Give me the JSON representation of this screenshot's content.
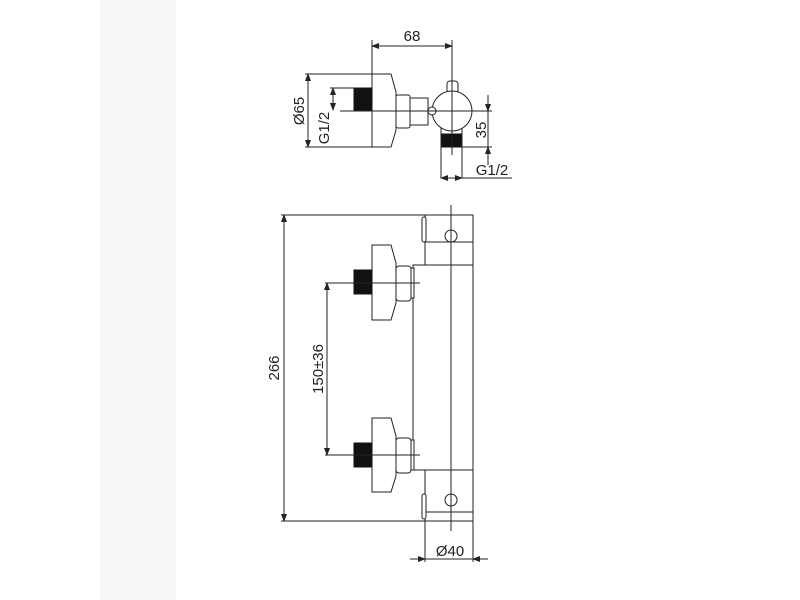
{
  "drawing": {
    "top_view": {
      "width_dim": "68",
      "diameter_dim": "Ø65",
      "inlet_thread": "G1/2",
      "outlet_offset_dim": "35",
      "outlet_thread": "G1/2"
    },
    "front_view": {
      "height_dim": "266",
      "inlet_spacing_dim": "150±36",
      "bar_diameter_dim": "Ø40"
    }
  }
}
